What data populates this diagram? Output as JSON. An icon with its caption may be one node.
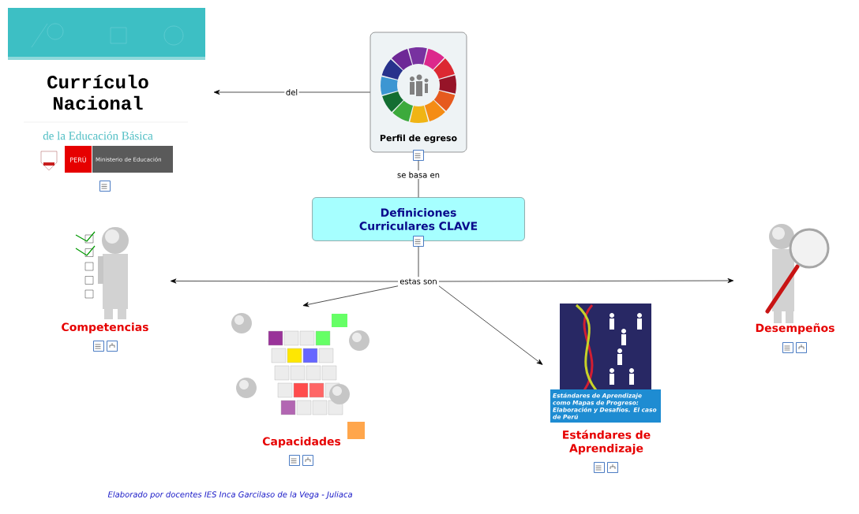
{
  "diagram": {
    "nodes": [
      {
        "text": [
          "Currículo Nacional",
          "de la Educación Básica",
          "PERÚ",
          "Ministerio de Educación"
        ]
      },
      {
        "text": [
          "Perfil de egreso"
        ]
      },
      {
        "text": [
          "Definiciones Curriculares CLAVE"
        ]
      },
      {
        "text": [
          "Competencias"
        ]
      },
      {
        "text": [
          "Capacidades"
        ]
      },
      {
        "text": [
          "Estándares de Aprendizaje como Mapas de Progreso: Elaboración y Desafíos. El caso de Perú",
          "Estándares de Aprendizaje"
        ]
      },
      {
        "text": [
          "Desempeños"
        ]
      },
      {
        "text": [
          "estas son"
        ]
      }
    ],
    "edges": [
      {
        "from": 1,
        "to": 0,
        "arrow": "to",
        "label": "del"
      },
      {
        "from": 2,
        "to": 1,
        "arrow": "none",
        "label": "se basa en"
      },
      {
        "from": 2,
        "to": 7,
        "arrow": "none"
      },
      {
        "from": 7,
        "to": 3,
        "arrow": "to"
      },
      {
        "from": 7,
        "to": 4,
        "arrow": "to"
      },
      {
        "from": 7,
        "to": 5,
        "arrow": "to"
      },
      {
        "from": 7,
        "to": 6,
        "arrow": "to"
      }
    ],
    "labels": [
      "Elaborado por docentes IES Inca Garcilaso de la Vega - Juliaca"
    ]
  }
}
